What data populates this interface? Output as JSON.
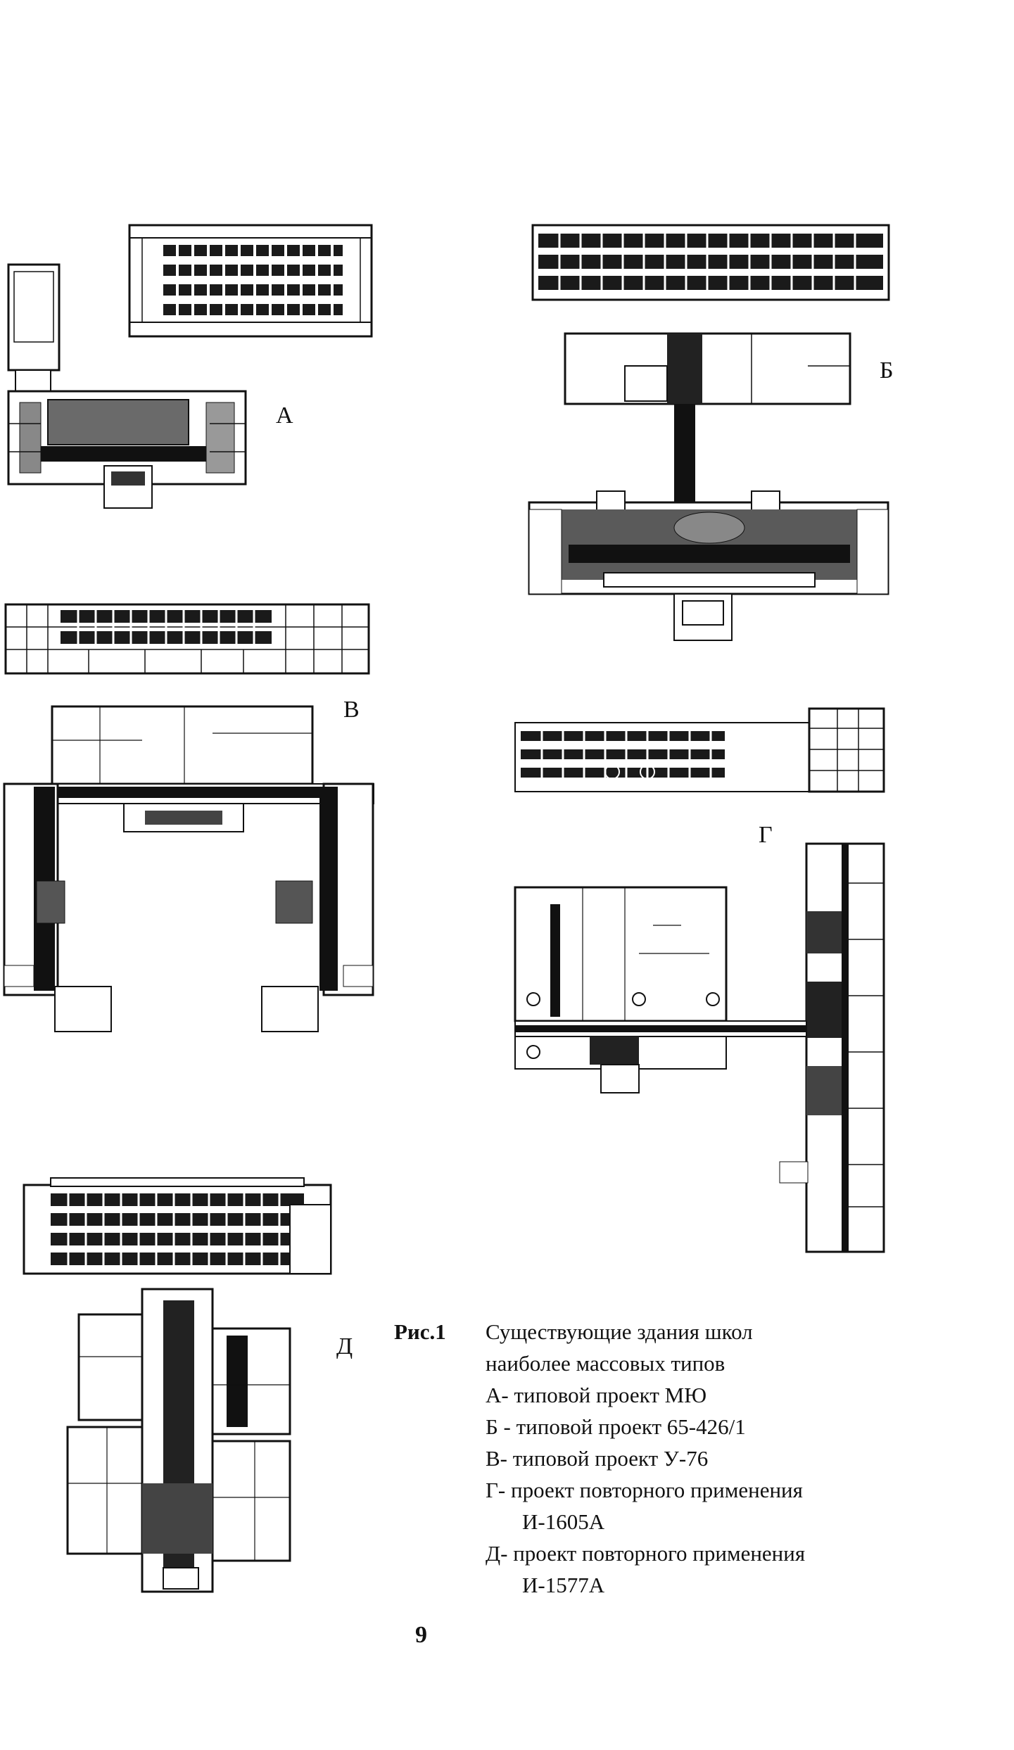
{
  "figure_letters": {
    "a": "А",
    "b": "Б",
    "v": "В",
    "g": "Г",
    "d": "Д"
  },
  "caption": {
    "label": "Рис.1",
    "lines": [
      "Существующие здания школ",
      "наиболее массовых типов",
      "А- типовой проект МЮ",
      "Б - типовой проект 65-426/1",
      "В- типовой проект У-76",
      "Г- проект повторного применения",
      "И-1605А",
      "Д- проект повторного применения",
      "И-1577А"
    ]
  },
  "page_number": "9"
}
